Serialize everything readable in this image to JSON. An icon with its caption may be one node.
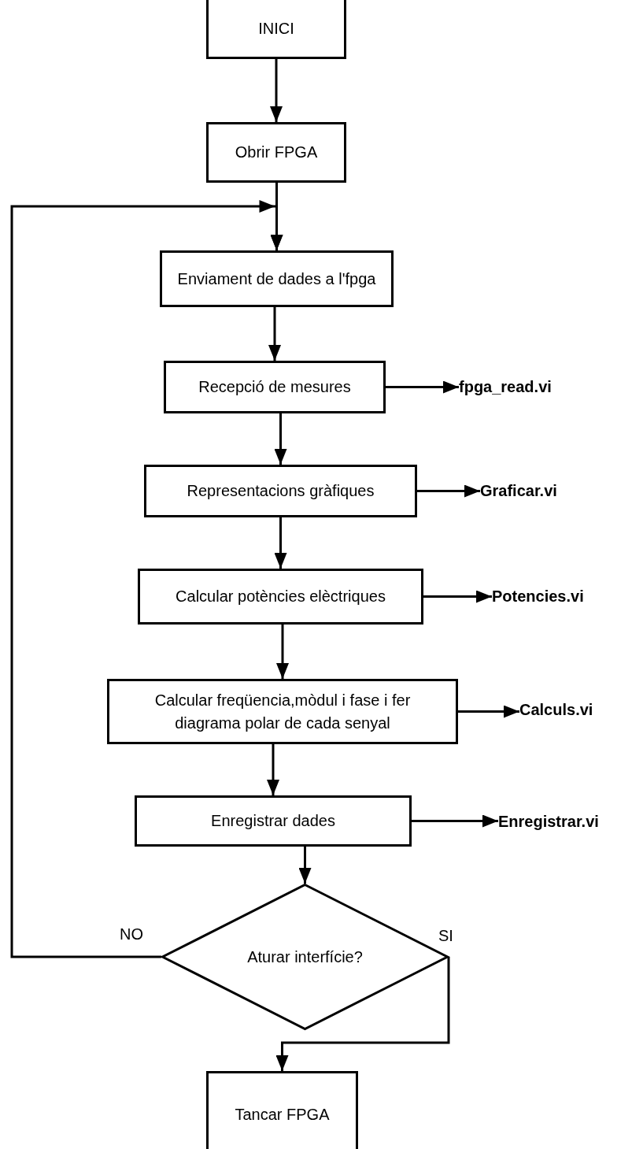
{
  "diagram": {
    "nodes": [
      {
        "text": [
          "INICI"
        ]
      },
      {
        "text": [
          "Obrir FPGA"
        ]
      },
      {
        "text": [
          "Enviament de dades a l'fpga"
        ]
      },
      {
        "text": [
          "Recepció de mesures"
        ]
      },
      {
        "text": [
          "fpga_read.vi"
        ]
      },
      {
        "text": [
          "Representacions gràfiques"
        ]
      },
      {
        "text": [
          "Graficar.vi"
        ]
      },
      {
        "text": [
          "Calcular potències elèctriques"
        ]
      },
      {
        "text": [
          "Potencies.vi"
        ]
      },
      {
        "text": [
          "Calcular freqüencia,mòdul i fase i fer diagrama polar de cada senyal"
        ]
      },
      {
        "text": [
          "Calculs.vi"
        ]
      },
      {
        "text": [
          "Enregistrar dades"
        ]
      },
      {
        "text": [
          "Enregistrar.vi"
        ]
      },
      {
        "text": [
          "Aturar interfície?"
        ]
      },
      {
        "text": [
          "Tancar FPGA"
        ]
      }
    ],
    "edges": [
      {
        "from": 0,
        "to": 1,
        "arrow": "to"
      },
      {
        "from": 1,
        "to": 2,
        "arrow": "to"
      },
      {
        "from": 2,
        "to": 3,
        "arrow": "to"
      },
      {
        "from": 3,
        "to": 4,
        "arrow": "to"
      },
      {
        "from": 3,
        "to": 5,
        "arrow": "to"
      },
      {
        "from": 5,
        "to": 6,
        "arrow": "to"
      },
      {
        "from": 5,
        "to": 7,
        "arrow": "to"
      },
      {
        "from": 7,
        "to": 8,
        "arrow": "to"
      },
      {
        "from": 7,
        "to": 9,
        "arrow": "to"
      },
      {
        "from": 9,
        "to": 10,
        "arrow": "to"
      },
      {
        "from": 9,
        "to": 11,
        "arrow": "to"
      },
      {
        "from": 11,
        "to": 12,
        "arrow": "to"
      },
      {
        "from": 11,
        "to": 13,
        "arrow": "to"
      },
      {
        "from": 13,
        "to": 2,
        "arrow": "to",
        "label": "NO"
      },
      {
        "from": 13,
        "to": 14,
        "arrow": "to",
        "label": "SI"
      }
    ]
  }
}
